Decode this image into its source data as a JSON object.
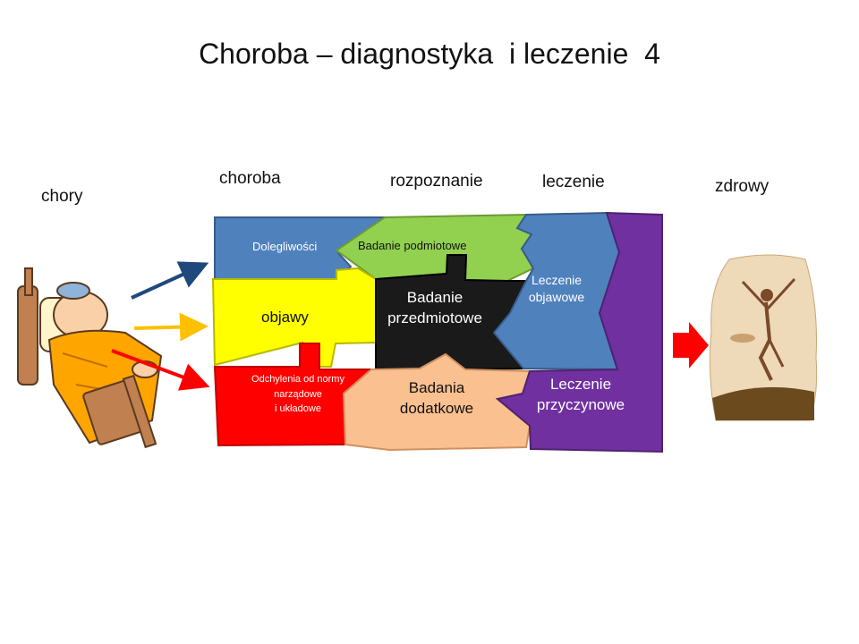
{
  "title": "Choroba – diagnostyka  i leczenie  4",
  "columns": {
    "chory": "chory",
    "choroba": "choroba",
    "rozpoznanie": "rozpoznanie",
    "leczenie": "leczenie",
    "zdrowy": "zdrowy"
  },
  "pieces": {
    "dolegliwosci": "Dolegliwości",
    "badanie_podmiotowe": "Badanie podmiotowe",
    "objawy": "objawy",
    "badanie_przedmiotowe_1": "Badanie",
    "badanie_przedmiotowe_2": "przedmiotowe",
    "leczenie_objawowe_1": "Leczenie",
    "leczenie_objawowe_2": "objawowe",
    "odchylenia_1": "Odchylenia od normy",
    "odchylenia_2": "narządowe",
    "odchylenia_3": "i układowe",
    "badania_dodatkowe_1": "Badania",
    "badania_dodatkowe_2": "dodatkowe",
    "leczenie_przyczynowe_1": "Leczenie",
    "leczenie_przyczynowe_2": "przyczynowe"
  },
  "colors": {
    "blue": "#4F81BD",
    "green": "#92D050",
    "yellow": "#FFFF00",
    "black": "#1A1A1A",
    "red": "#FF0000",
    "peach": "#FAC090",
    "purple": "#7030A0",
    "arrow_blue": "#1F497D",
    "arrow_yellow": "#FFC000",
    "arrow_red": "#FF0000"
  }
}
